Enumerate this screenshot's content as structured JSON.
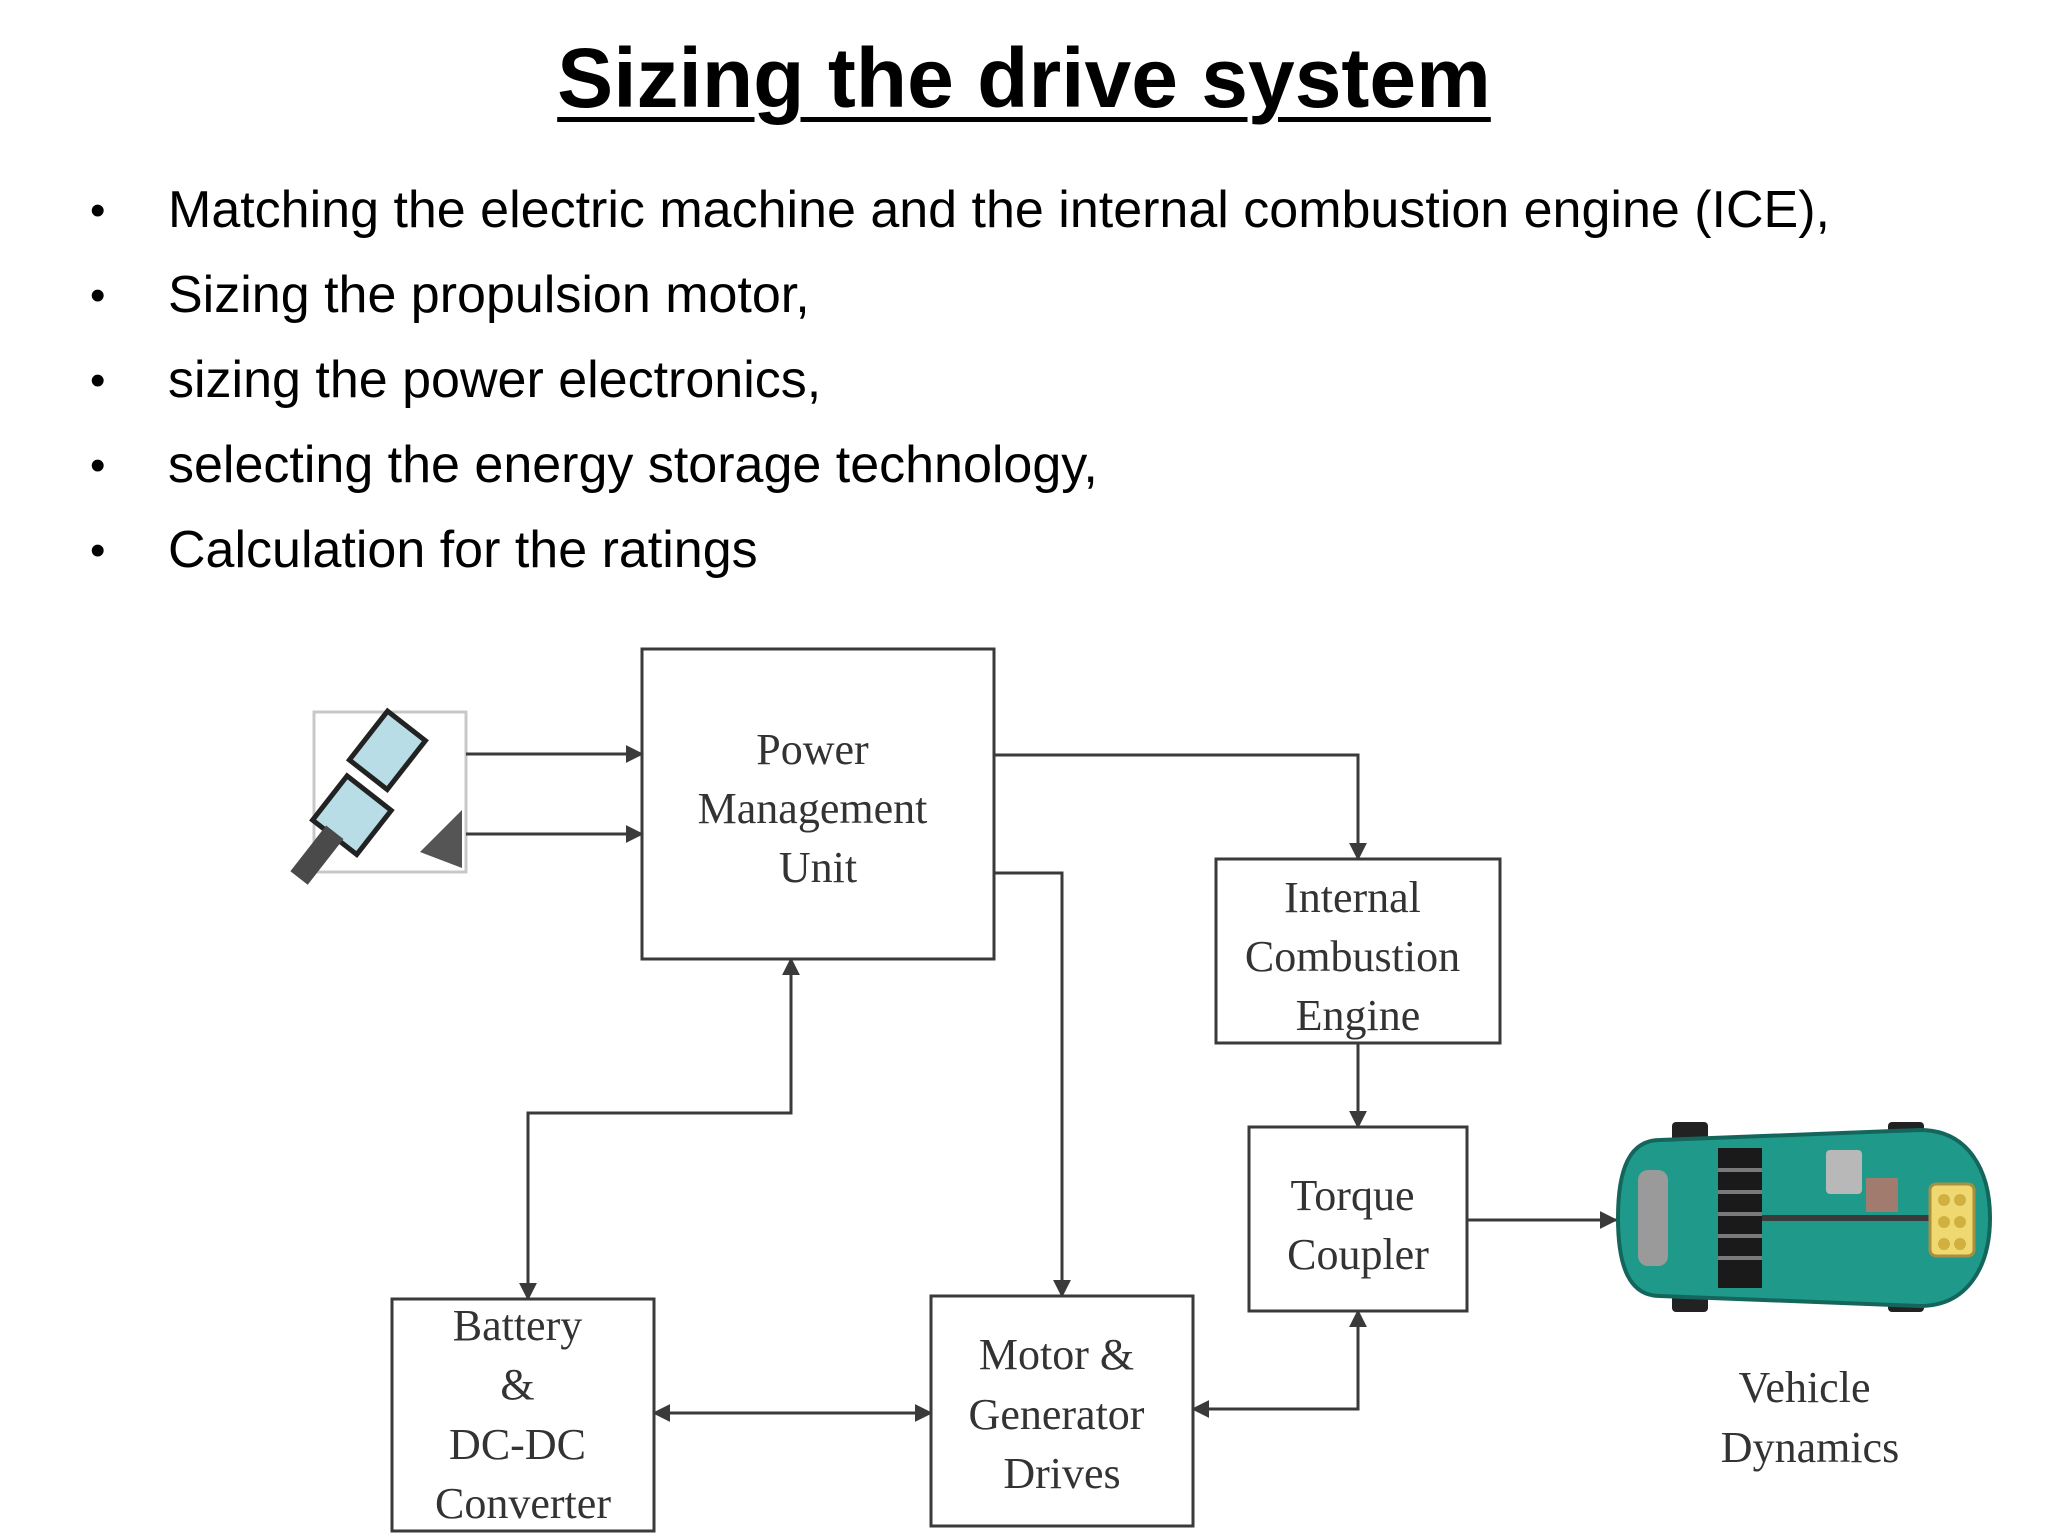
{
  "slide": {
    "title": "Sizing the drive system",
    "bullets": [
      "Matching the electric machine and the internal combustion engine (ICE),",
      "Sizing the propulsion motor,",
      "sizing the power electronics,",
      "selecting the energy storage technology,",
      "Calculation for the ratings"
    ],
    "bullet_glyph": "•"
  },
  "diagram": {
    "nodes": {
      "pmu": [
        "Power",
        "Management",
        "Unit"
      ],
      "ice": [
        "Internal",
        "Combustion",
        "Engine"
      ],
      "torque": [
        "Torque",
        "Coupler"
      ],
      "battery": [
        "Battery",
        "&",
        "DC-DC",
        "Converter"
      ],
      "motor": [
        "Motor &",
        "Generator",
        "Drives"
      ],
      "vehicle": [
        "Vehicle",
        "Dynamics"
      ]
    },
    "icons": {
      "input": "driver-pedal-icon",
      "vehicle": "vehicle-top-view-icon"
    },
    "colors": {
      "line": "#3a3a3a",
      "vehicle_body": "#1f9a8a"
    }
  }
}
